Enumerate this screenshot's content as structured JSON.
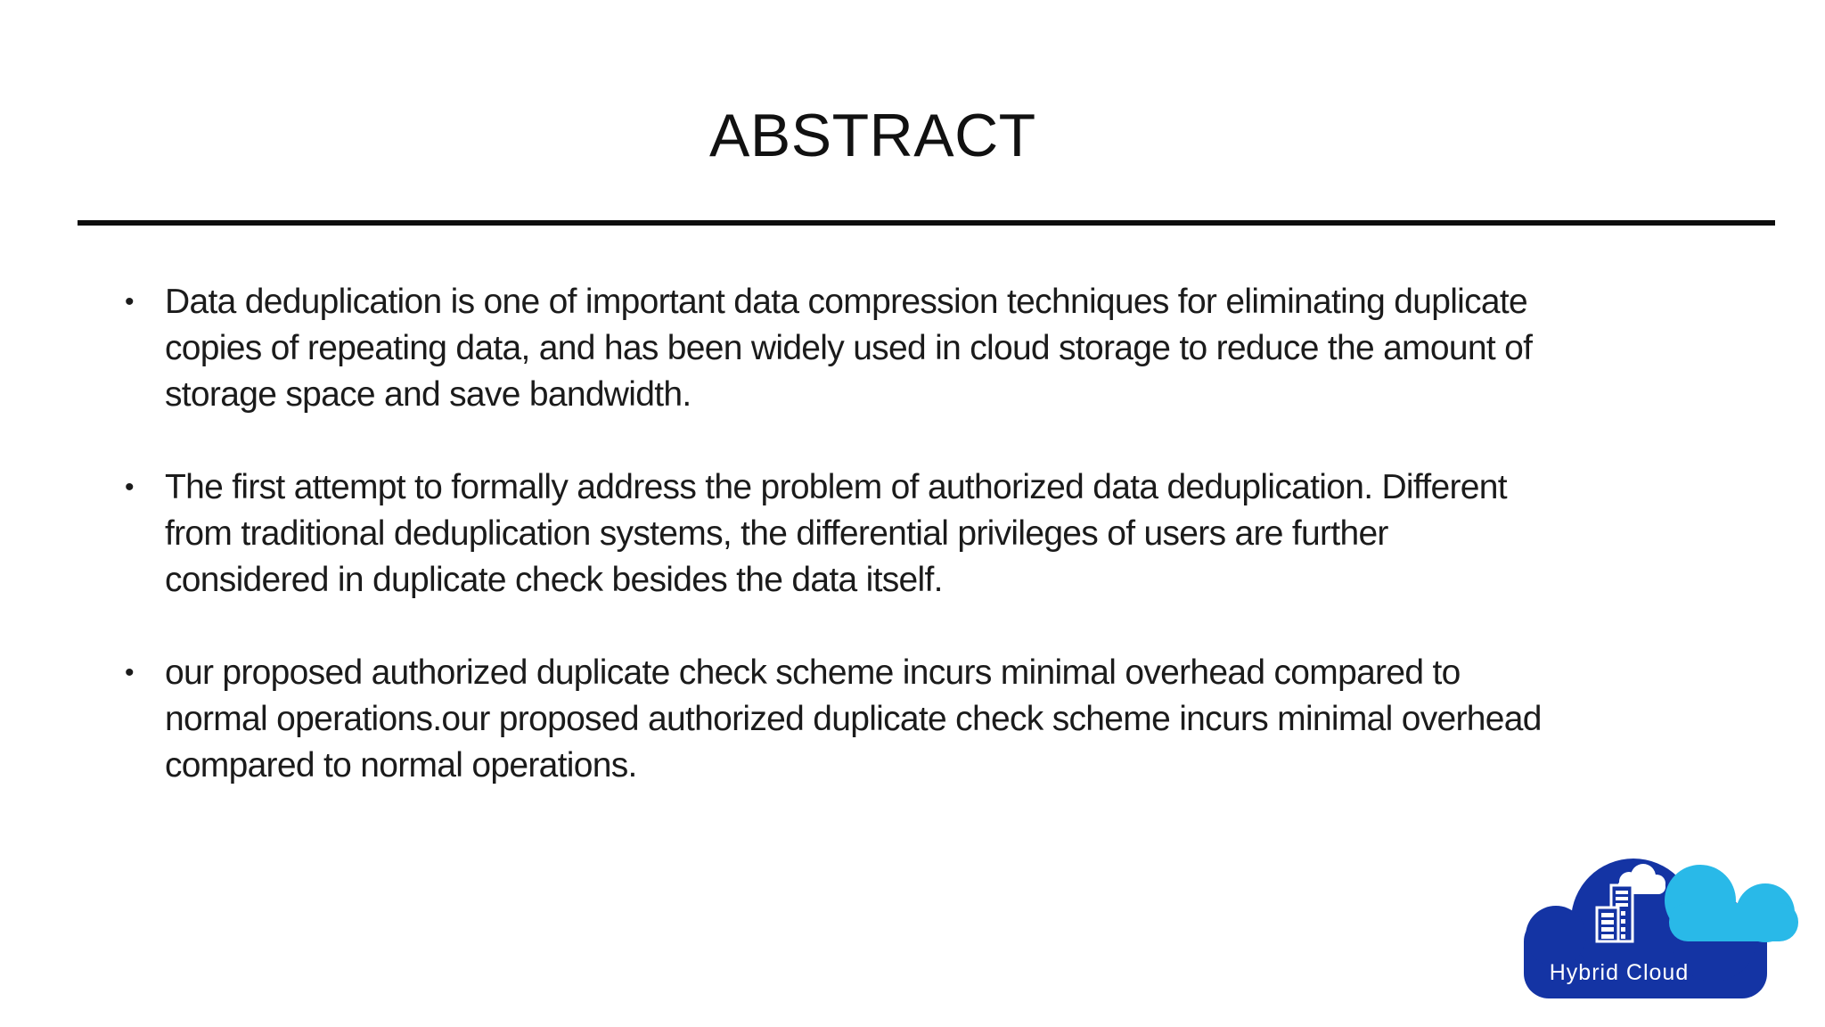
{
  "slide": {
    "title": "ABSTRACT",
    "bullet_char": "•",
    "bullets": [
      {
        "lines": [
          "Data deduplication is one of important data compression techniques for eliminating duplicate",
          "copies of repeating data, and has been widely used in cloud storage to reduce the amount of",
          "storage space and save bandwidth."
        ]
      },
      {
        "lines": [
          "The first attempt to formally address the problem of authorized data deduplication. Different",
          "from traditional deduplication systems, the differential privileges of users are further",
          "considered in duplicate check besides the data itself."
        ]
      },
      {
        "lines": [
          "our proposed authorized duplicate check scheme incurs minimal overhead compared to",
          "normal operations.our proposed authorized duplicate check scheme incurs minimal overhead",
          "compared to normal operations."
        ]
      }
    ]
  },
  "logo": {
    "label": "Hybrid Cloud",
    "colors": {
      "dark_blue": "#1434A4",
      "light_blue": "#29B9E8",
      "white": "#FFFFFF"
    }
  },
  "colors": {
    "background": "#FFFFFF",
    "text": "#1B1B1B",
    "divider": "#0D0D0D"
  }
}
